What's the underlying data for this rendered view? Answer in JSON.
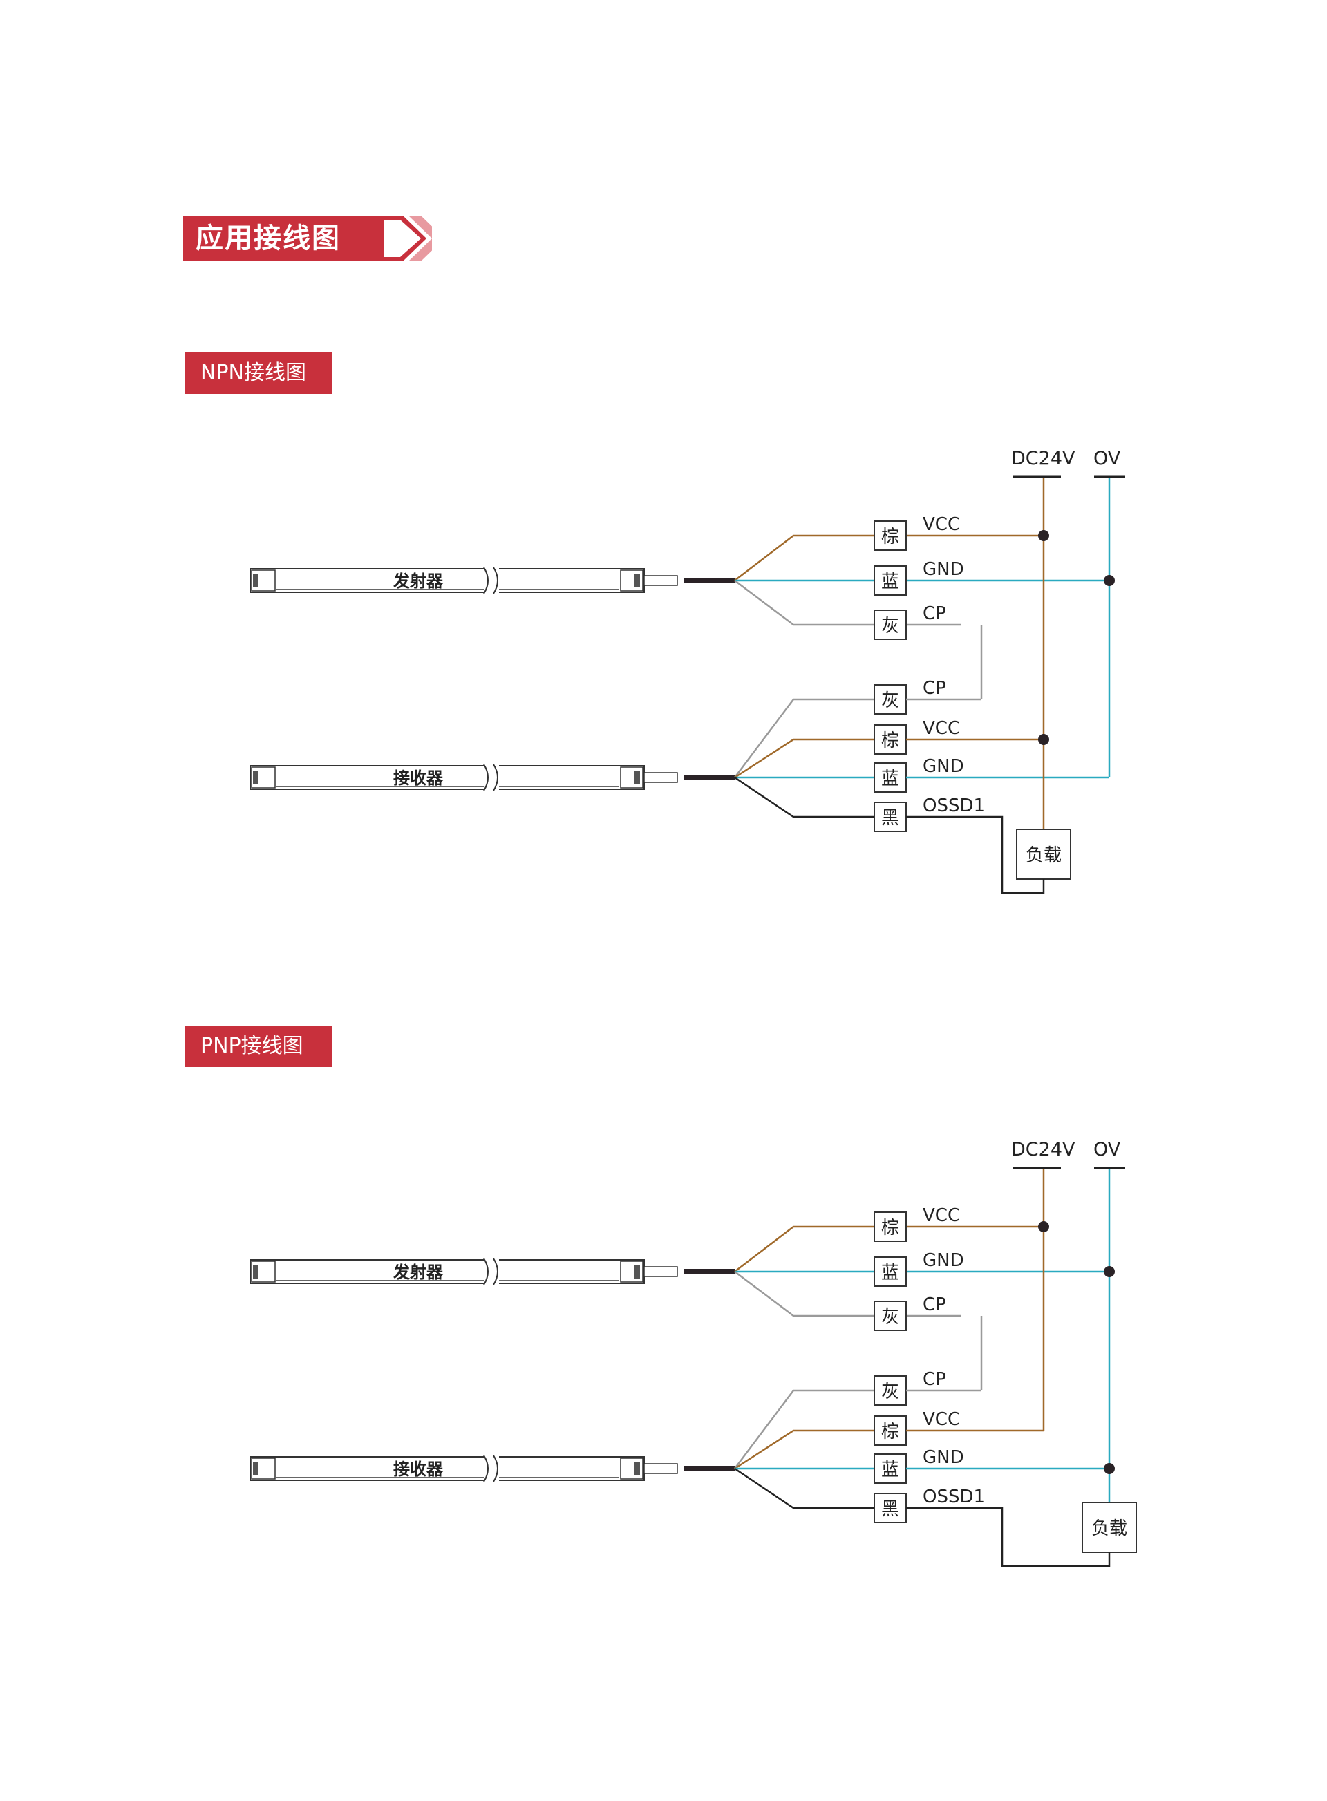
{
  "main_title": "应用接线图",
  "colors": {
    "accent": "#c8303c",
    "brown": "#a0692a",
    "blue": "#2aaac0",
    "gray": "#9a9a9a",
    "black": "#222222"
  },
  "sections": [
    {
      "id": "npn",
      "label": "NPN接线图",
      "dc24v": "DC24V",
      "ov": "OV",
      "emitter": "发射器",
      "receiver": "接收器",
      "load": "负载",
      "emitter_wires": [
        {
          "color_cn": "棕",
          "signal": "VCC"
        },
        {
          "color_cn": "蓝",
          "signal": "GND"
        },
        {
          "color_cn": "灰",
          "signal": "CP"
        }
      ],
      "receiver_wires": [
        {
          "color_cn": "灰",
          "signal": "CP"
        },
        {
          "color_cn": "棕",
          "signal": "VCC"
        },
        {
          "color_cn": "蓝",
          "signal": "GND"
        },
        {
          "color_cn": "黑",
          "signal": "OSSD1"
        }
      ]
    },
    {
      "id": "pnp",
      "label": "PNP接线图",
      "dc24v": "DC24V",
      "ov": "OV",
      "emitter": "发射器",
      "receiver": "接收器",
      "load": "负载",
      "emitter_wires": [
        {
          "color_cn": "棕",
          "signal": "VCC"
        },
        {
          "color_cn": "蓝",
          "signal": "GND"
        },
        {
          "color_cn": "灰",
          "signal": "CP"
        }
      ],
      "receiver_wires": [
        {
          "color_cn": "灰",
          "signal": "CP"
        },
        {
          "color_cn": "棕",
          "signal": "VCC"
        },
        {
          "color_cn": "蓝",
          "signal": "GND"
        },
        {
          "color_cn": "黑",
          "signal": "OSSD1"
        }
      ]
    }
  ]
}
